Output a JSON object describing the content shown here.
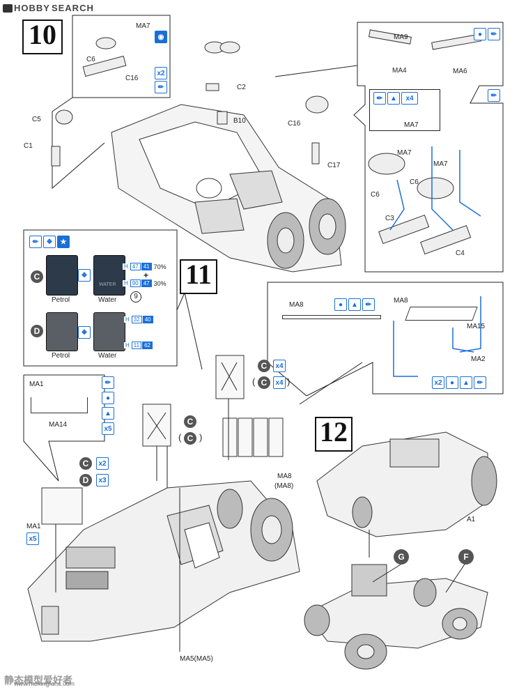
{
  "site": {
    "logo": "HOBBY",
    "logo2": "SEARCH",
    "watermark_cn": "静态模型爱好者",
    "watermark_url": "www.moxingfans.com"
  },
  "steps": {
    "s10": "10",
    "s11": "11",
    "s12": "12"
  },
  "parts10": {
    "ma7a": "MA7",
    "c6a": "C6",
    "c16a": "C16",
    "x2": "x2",
    "c5": "C5",
    "c1": "C1",
    "c2": "C2",
    "b10": "B10",
    "c16b": "C16",
    "c17": "C17",
    "ma9": "MA9",
    "ma4": "MA4",
    "ma6": "MA6",
    "x4": "x4",
    "ma7b": "MA7",
    "ma7c": "MA7",
    "ma7d": "MA7",
    "c6b": "C6",
    "c6c": "C6",
    "c3": "C3",
    "c4": "C4"
  },
  "cans": {
    "petrol1": "Petrol",
    "water1": "Water",
    "water_stencil": "WATER",
    "petrol2": "Petrol",
    "water2": "Water",
    "cC": "C",
    "cD": "D",
    "h1": "H",
    "n47": "47",
    "n41": "41",
    "p70": "70%",
    "plus": "+",
    "h2": "H",
    "n90": "90",
    "n47b": "47",
    "p30": "30%",
    "nine": "9",
    "h3": "H",
    "n32": "32",
    "n40": "40",
    "h4": "H",
    "n11": "11",
    "n62": "62"
  },
  "parts11": {
    "ma1": "MA1",
    "ma14": "MA14",
    "x5": "x5",
    "cx4a": "C",
    "x4a": "x4",
    "cx4b": "C",
    "x4b": "x4",
    "cc1": "C",
    "cc2": "C",
    "c2": "C",
    "x2b": "x2",
    "d3": "D",
    "x3": "x3",
    "ma1b": "MA1",
    "x5b": "x5",
    "ma8": "MA8",
    "ma8p": "(MA8)",
    "ma5": "MA5(MA5)",
    "ma8b": "MA8",
    "ma8c": "MA8",
    "ma15": "MA15",
    "ma2": "MA2",
    "x2c": "x2"
  },
  "parts12": {
    "a1": "A1",
    "g": "G",
    "f": "F"
  },
  "colors": {
    "accent": "#1a6fd6",
    "ink": "#222222",
    "can_dark": "#2c3a4a",
    "can_gray": "#5a5f66"
  }
}
